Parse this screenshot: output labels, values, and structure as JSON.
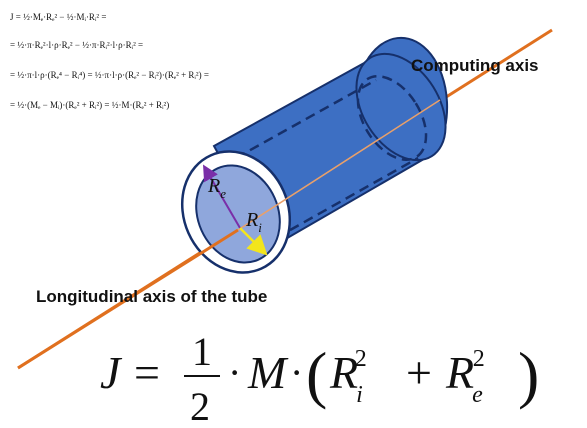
{
  "labels": {
    "computing_axis": "Computing axis",
    "longitudinal_axis": "Longitudinal axis of the tube",
    "outer_radius": "R",
    "outer_radius_sub": "e",
    "inner_radius": "R",
    "inner_radius_sub": "i"
  },
  "derivation": {
    "line1": "J = ½·Mₑ·Rₑ² − ½·Mᵢ·Rᵢ² =",
    "line2": "= ½·π·Rₑ²·l·ρ·Rₑ² − ½·π·Rᵢ²·l·ρ·Rᵢ² =",
    "line3": "= ½·π·l·ρ·(Rₑ⁴ − Rᵢ⁴) = ½·π·l·ρ·(Rₑ² − Rᵢ²)·(Rₑ² + Rᵢ²) =",
    "line4": "= ½·(Mₑ − Mᵢ)·(Rₑ² + Rᵢ²) = ½·M·(Rₑ² + Rᵢ²)"
  },
  "formula": {
    "lhs": "J",
    "equals": "=",
    "numerator": "1",
    "denominator": "2",
    "dot1": "·",
    "mass": "M",
    "dot2": "·",
    "open_paren": "(",
    "r1": "R",
    "r1_sub": "i",
    "r1_sup": "2",
    "plus": "+",
    "r2": "R",
    "r2_sub": "e",
    "r2_sup": "2",
    "close_paren": ")"
  },
  "colors": {
    "tube_fill": "#3d6fc3",
    "tube_stroke": "#16306b",
    "inner_fill": "#8fa7dc",
    "axis": "#e0701f",
    "outer_radius_arrow": "#7a2fa8",
    "inner_radius_arrow": "#f3e51c"
  }
}
